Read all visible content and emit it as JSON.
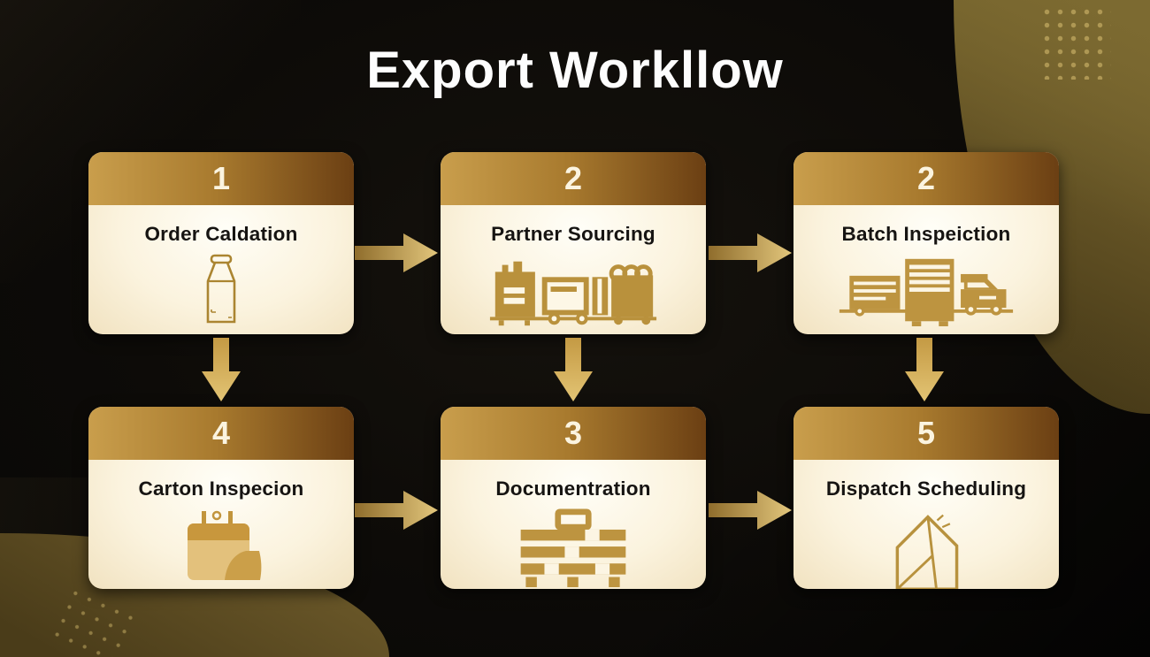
{
  "title": "Export Workllow",
  "cards": [
    {
      "number": "1",
      "label": "Order Caldation",
      "icon": "carton-package-icon"
    },
    {
      "number": "2",
      "label": "Partner Sourcing",
      "icon": "cargo-carts-icon"
    },
    {
      "number": "2",
      "label": "Batch Inspeiction",
      "icon": "trucks-icon"
    },
    {
      "number": "4",
      "label": "Carton Inspecion",
      "icon": "calendar-icon"
    },
    {
      "number": "3",
      "label": "Documentration",
      "icon": "pallet-icon"
    },
    {
      "number": "5",
      "label": "Dispatch Scheduling",
      "icon": "dispatch-envelope-icon"
    }
  ],
  "colors": {
    "background": "#0d0b08",
    "card_header_gradient_start": "#c99e4c",
    "card_header_gradient_end": "#6b3f13",
    "card_body_cream": "#fbf3de",
    "icon_gold": "#b9913c",
    "arrow_gold_dark": "#8f6d2c",
    "arrow_gold_light": "#e2c67c",
    "corner_olive": "#5c4c21",
    "title_color": "#fdfdfd",
    "label_color": "#161412"
  }
}
